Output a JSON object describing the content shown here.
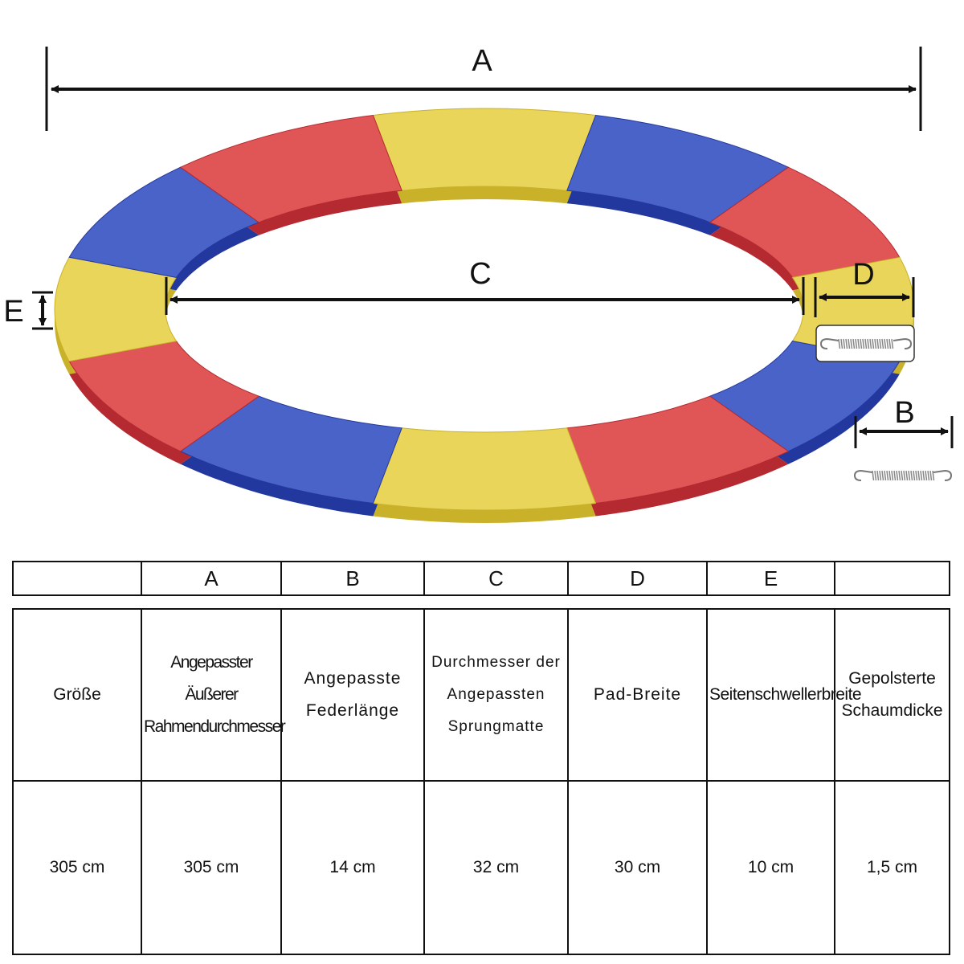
{
  "dimension_labels": {
    "a": "A",
    "b": "B",
    "c": "C",
    "d": "D",
    "e": "E"
  },
  "ring_colors": {
    "yellow": "#e8d55a",
    "blue": "#4a63c9",
    "red": "#e05656"
  },
  "ring_segment_order": [
    "yellow",
    "blue",
    "red",
    "yellow",
    "blue",
    "red",
    "yellow",
    "blue",
    "red",
    "yellow",
    "blue",
    "red"
  ],
  "table": {
    "header": [
      "",
      "A",
      "B",
      "C",
      "D",
      "E",
      ""
    ],
    "labels": [
      "Größe",
      "Angepasster Äußerer Rahmendurchmesser",
      "Angepasste Federlänge",
      "Durchmesser der Angepassten Sprungmatte",
      "Pad-Breite",
      "Seitenschwellerbreite",
      "Gepolsterte Schaumdicke"
    ],
    "values": [
      "305 cm",
      "305 cm",
      "14 cm",
      "32 cm",
      "30 cm",
      "10 cm",
      "1,5 cm"
    ]
  }
}
